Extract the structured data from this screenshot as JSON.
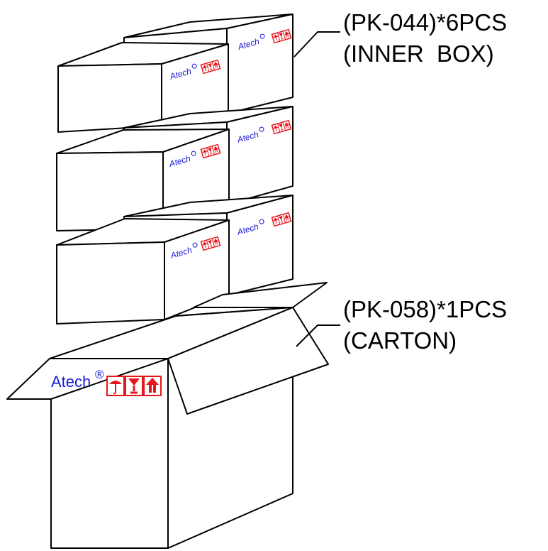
{
  "labels": {
    "inner_box_part": "(PK-044)*6PCS",
    "inner_box_name": "(INNER  BOX)",
    "carton_part": "(PK-058)*1PCS",
    "carton_name": "(CARTON)"
  },
  "branding": {
    "brand_name": "Atech",
    "registered_mark": "®"
  },
  "icons": [
    "umbrella-icon",
    "fragile-glass-icon",
    "this-way-up-icon"
  ],
  "colors": {
    "brand_text": "#1a1ad6",
    "handling_mark": "#e8141c",
    "outline": "#000000"
  }
}
